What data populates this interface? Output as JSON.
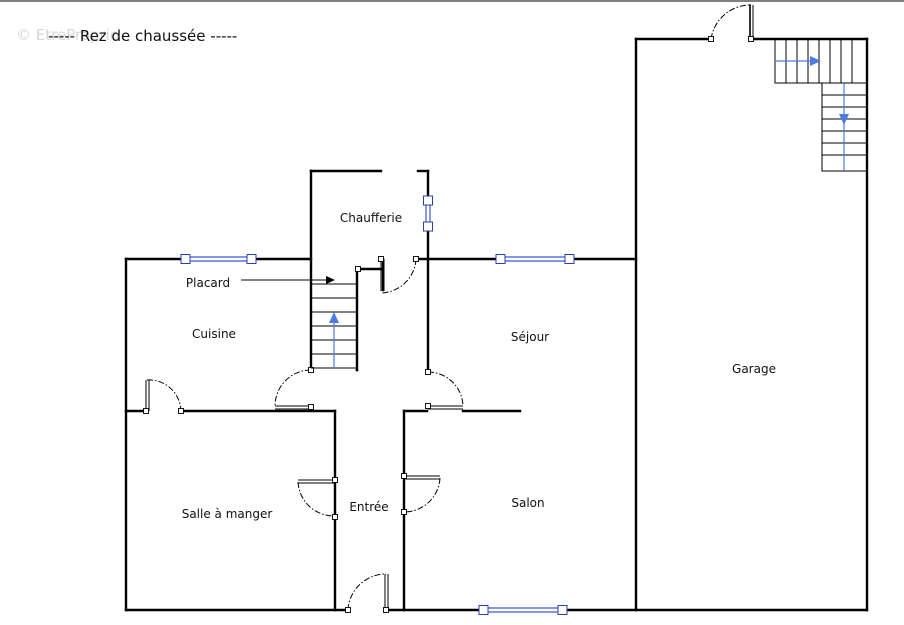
{
  "title": "----- Rez de chaussée -----",
  "watermark": "© EtreProprio",
  "rooms": {
    "chaufferie": "Chaufferie",
    "placard": "Placard",
    "cuisine": "Cuisine",
    "sejour": "Séjour",
    "garage": "Garage",
    "salle_a_manger": "Salle à manger",
    "entree": "Entrée",
    "salon": "Salon"
  },
  "colors": {
    "walls": "#000000",
    "windows": "#3a55d8",
    "stair_arrows": "#4a7be0"
  }
}
